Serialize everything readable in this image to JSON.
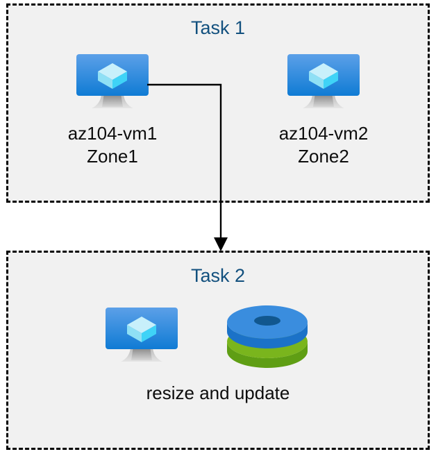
{
  "diagram": {
    "type": "flow-diagram",
    "background_color": "#FFFFFF",
    "box_fill_color": "#F1F1F1",
    "box_border_color": "#000000",
    "title_color": "#12507E",
    "label_color": "#0D0D0D",
    "connector_color": "#000000"
  },
  "task1": {
    "title": "Task 1",
    "nodes": [
      {
        "icon": "virtual-machine-icon",
        "name": "az104-vm1",
        "zone": "Zone1"
      },
      {
        "icon": "virtual-machine-icon",
        "name": "az104-vm2",
        "zone": "Zone2"
      }
    ]
  },
  "task2": {
    "title": "Task 2",
    "icons": [
      {
        "icon": "virtual-machine-icon"
      },
      {
        "icon": "managed-disks-icon"
      }
    ],
    "caption": "resize and update"
  },
  "connector": {
    "name": "arrow-vm1-to-task2",
    "from": "az104-vm1",
    "to": "Task 2",
    "style": "elbow-with-arrowhead"
  },
  "palette": {
    "vm_screen_top": "#5CA0E8",
    "vm_screen_bottom": "#0F7BD4",
    "vm_cube_top": "#C8F0FB",
    "vm_cube_left": "#8FE0F5",
    "vm_cube_right": "#3FD3F7",
    "vm_stand_gray": "#9A9A9A",
    "disk_blue_top": "#3A8DDE",
    "disk_blue_side": "#1B72C8",
    "disk_green_top": "#7AB51D",
    "disk_green_side": "#5F9E14"
  }
}
